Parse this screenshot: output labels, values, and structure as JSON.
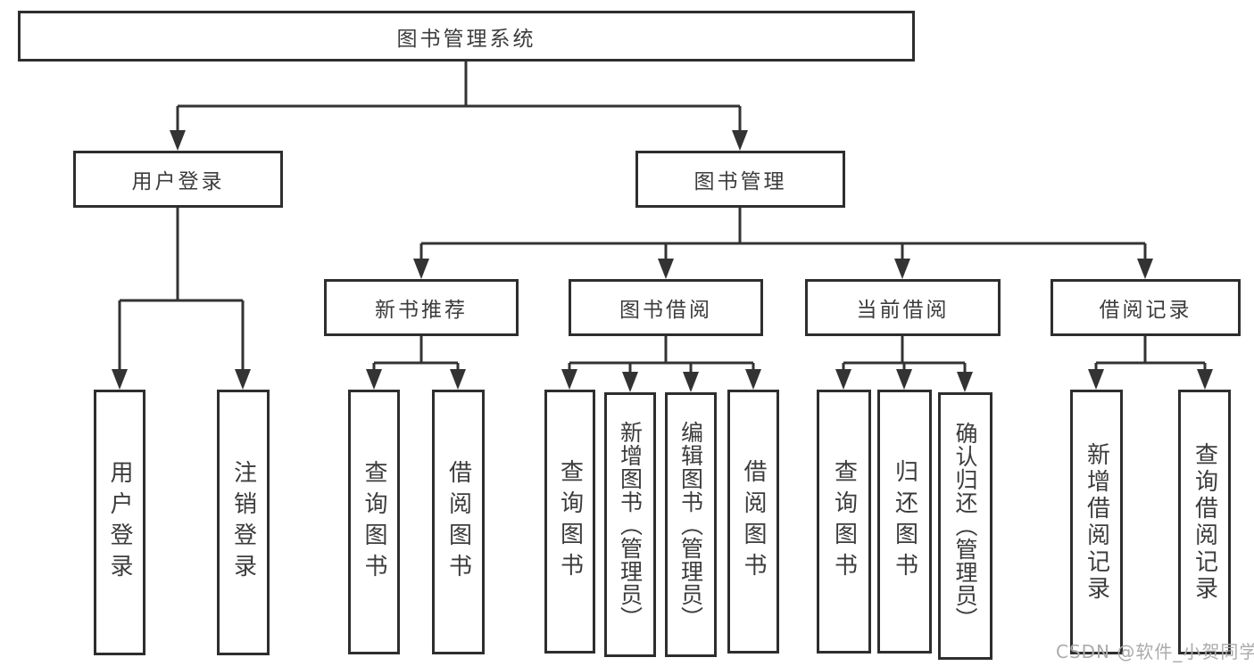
{
  "diagram": {
    "type": "hierarchy",
    "title": "图书管理系统",
    "branches": {
      "user_login": {
        "label": "用户登录",
        "children": {
          "login": "用户登录",
          "logout": "注销登录"
        }
      },
      "book_management": {
        "label": "图书管理",
        "sections": {
          "new_book_recommend": {
            "label": "新书推荐",
            "children": {
              "query_books": "查询图书",
              "borrow_books": "借阅图书"
            }
          },
          "book_borrowing": {
            "label": "图书借阅",
            "children": {
              "query_books": "查询图书",
              "add_books_admin": "新增图书（管理员）",
              "edit_books_admin": "编辑图书（管理员）",
              "borrow_books": "借阅图书"
            }
          },
          "current_borrowing": {
            "label": "当前借阅",
            "children": {
              "query_books": "查询图书",
              "return_books": "归还图书",
              "confirm_return_admin": "确认归还（管理员）"
            }
          },
          "borrowing_records": {
            "label": "借阅记录",
            "children": {
              "add_record": "新增借阅记录",
              "query_record": "查询借阅记录"
            }
          }
        }
      }
    }
  },
  "watermark": {
    "text": "CSDN @软件_小贺同学"
  },
  "colors": {
    "line": "#333333",
    "box_border": "#2e2e2e",
    "box_fill": "#ffffff",
    "text": "#3c3c3c",
    "watermark": "#ababab",
    "background": "#ffffff"
  }
}
